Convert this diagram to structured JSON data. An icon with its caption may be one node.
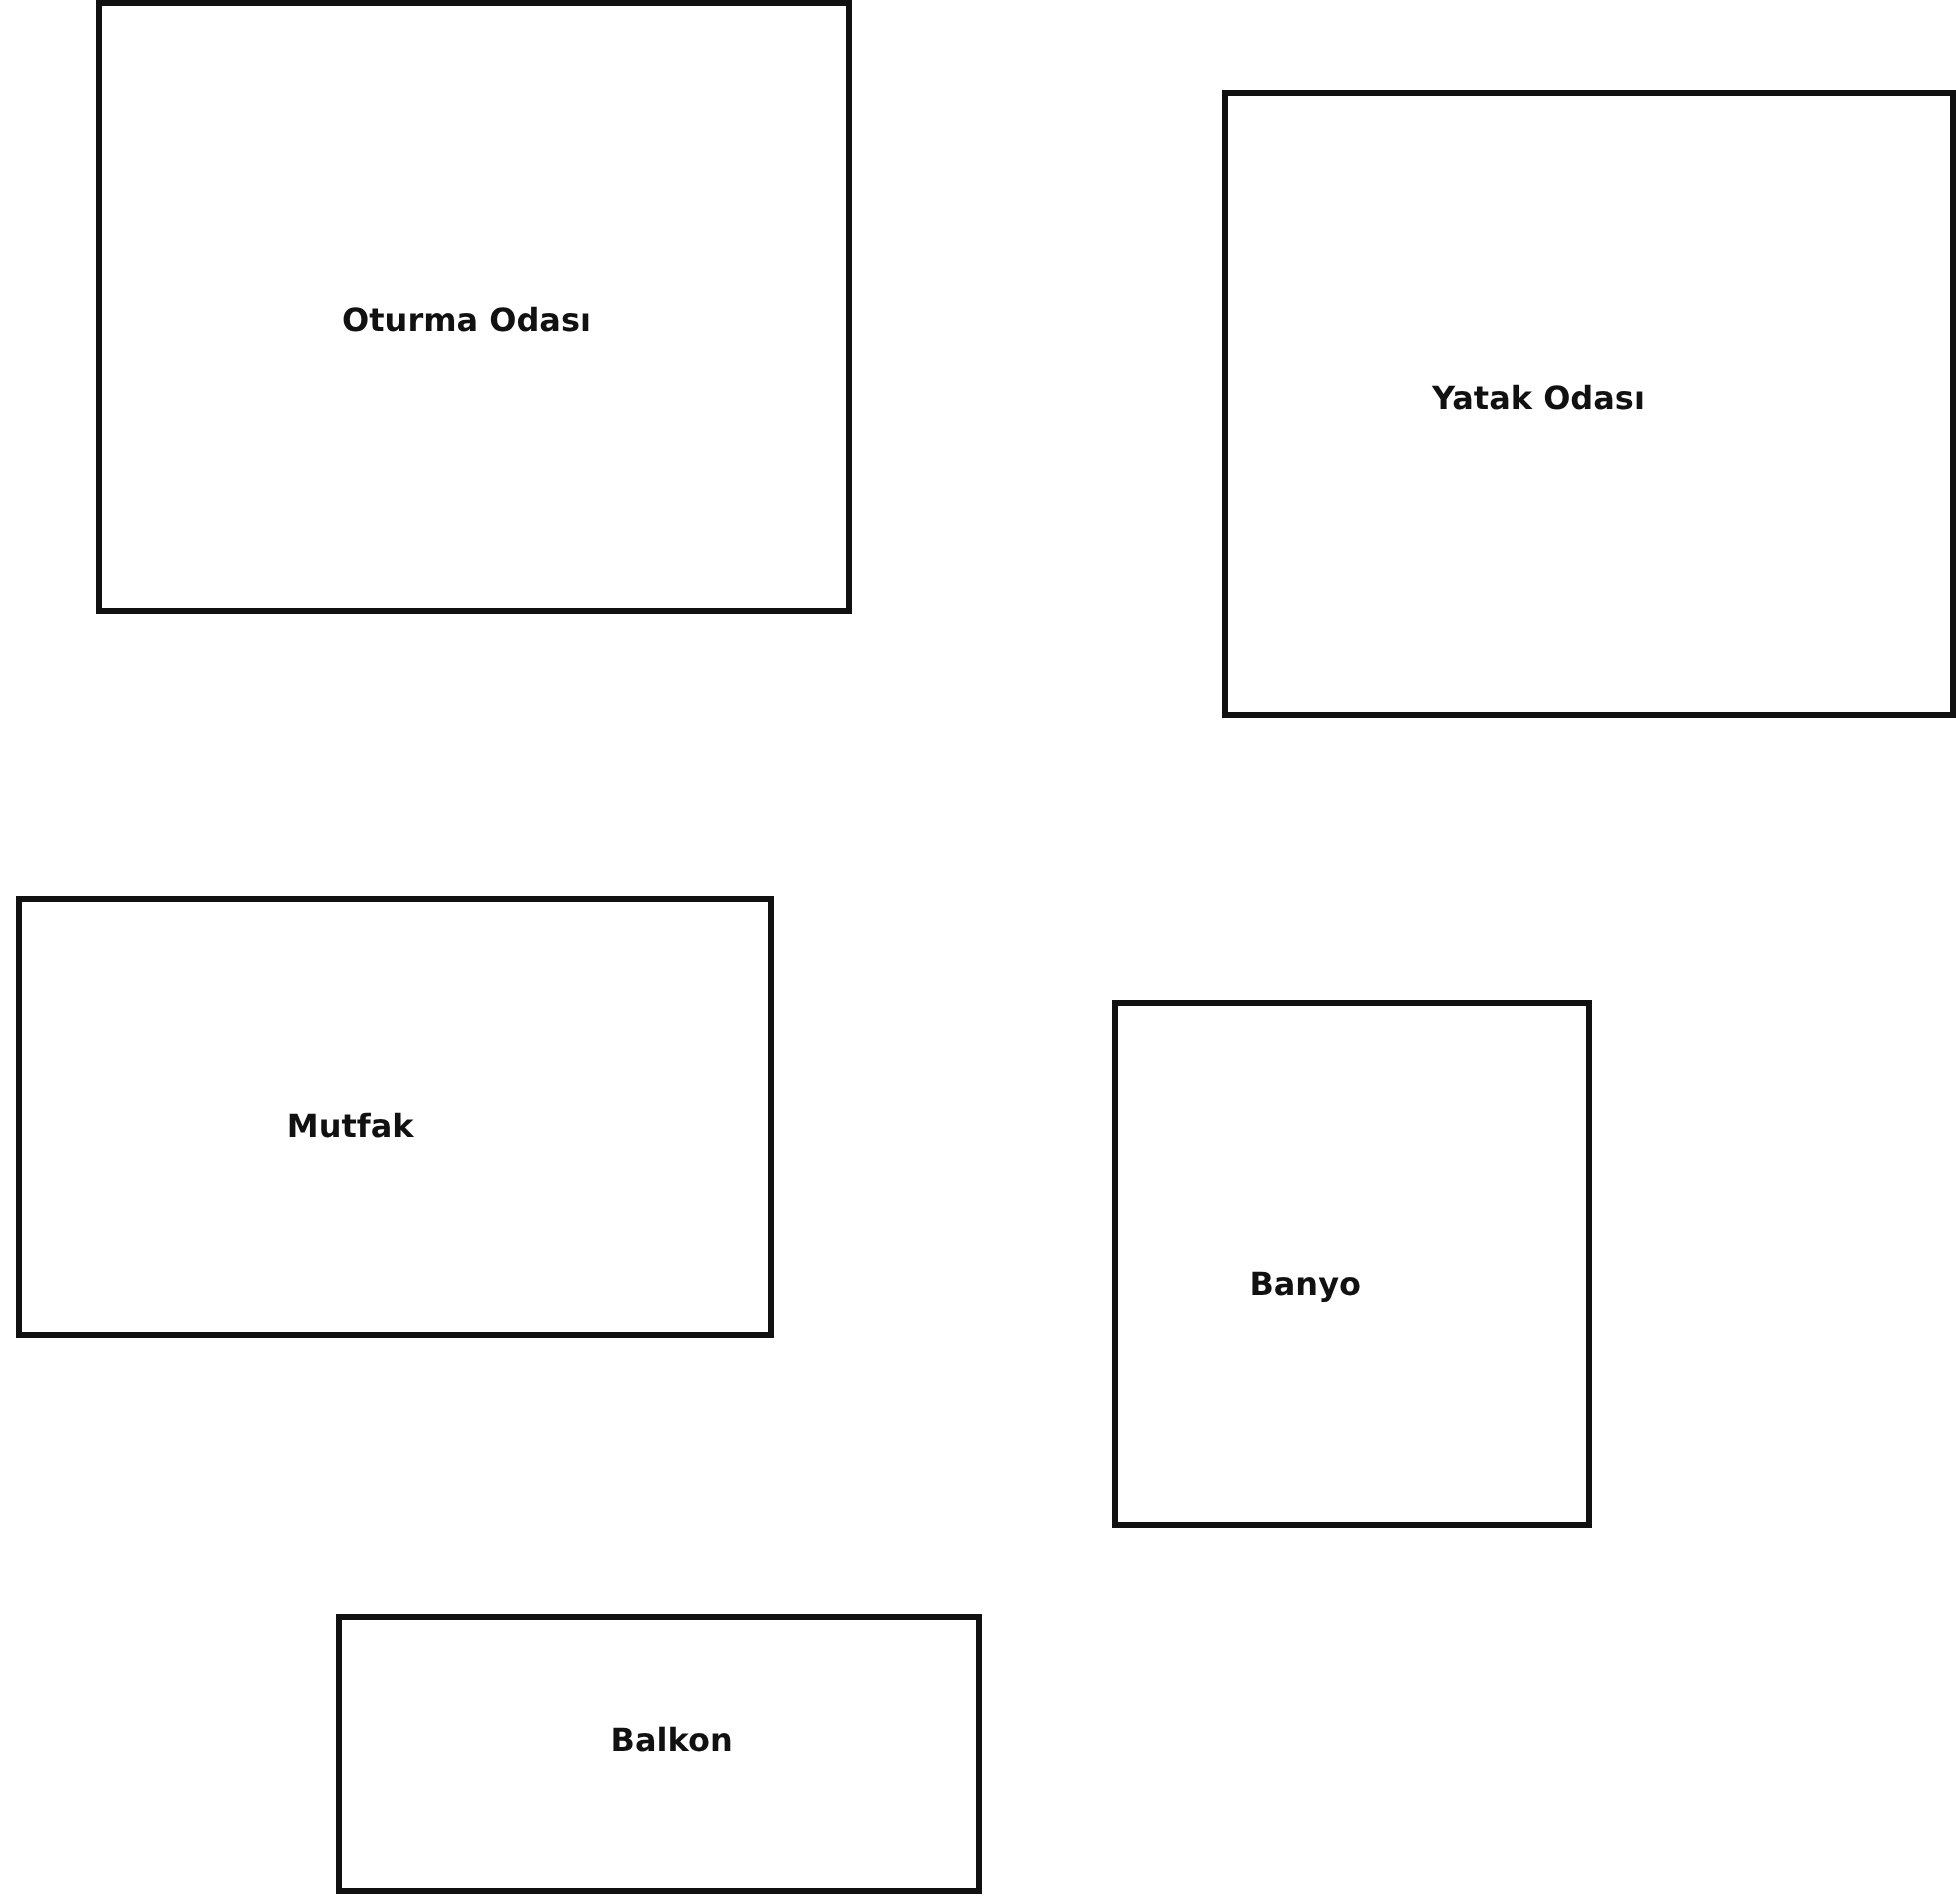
{
  "diagram": {
    "nodes": [
      {
        "text": [
          "Oturma Odası"
        ]
      },
      {
        "text": [
          "Yatak Odası"
        ]
      },
      {
        "text": [
          "Mutfak"
        ]
      },
      {
        "text": [
          "Banyo"
        ]
      },
      {
        "text": [
          "Balkon"
        ]
      }
    ]
  }
}
